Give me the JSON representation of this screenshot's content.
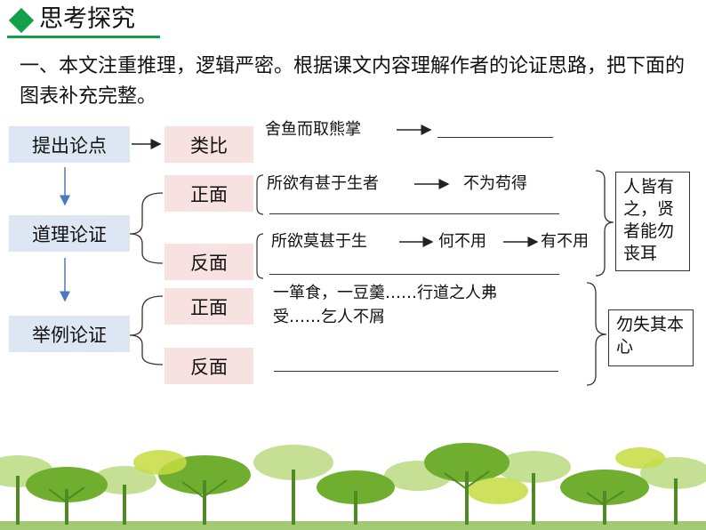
{
  "header": {
    "title": "思考探究",
    "accent_color": "#12a04a"
  },
  "question": {
    "text": "一、本文注重推理，逻辑严密。根据课文内容理解作者的论证思路，把下面的图表补充完整。"
  },
  "diagram": {
    "stages": {
      "thesis": "提出论点",
      "reasoning": "道理论证",
      "examples": "举例论证"
    },
    "branches": {
      "analogy": "类比",
      "reason_positive": "正面",
      "reason_negative": "反面",
      "example_positive": "正面",
      "example_negative": "反面"
    },
    "content": {
      "analogy_text": "舍鱼而取熊掌",
      "reason_pos_a": "所欲有甚于生者",
      "reason_pos_b": "不为苟得",
      "reason_neg_a": "所欲莫甚于生",
      "reason_neg_b": "何不用",
      "reason_neg_c": "有不用",
      "example_pos_text": "一箪食，一豆羹……行道之人弗受……乞人不屑"
    },
    "conclusions": {
      "reasoning": "人皆有之，贤者能勿丧耳",
      "examples": "勿失其本心"
    },
    "colors": {
      "stage_box": "#dde7f3",
      "branch_box": "#f8e1e1",
      "arrow": "#4a7bbf",
      "tree_green": "#8cc63f"
    }
  }
}
